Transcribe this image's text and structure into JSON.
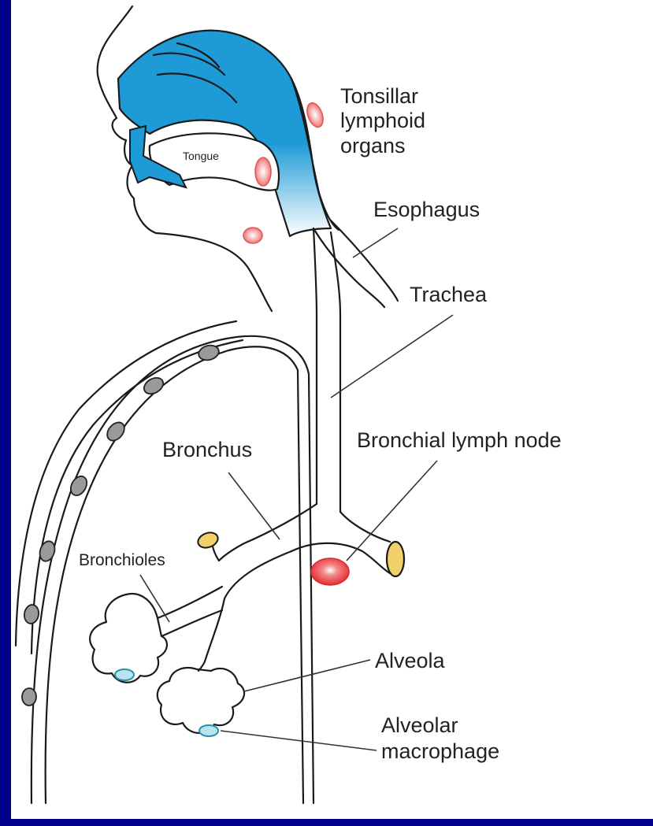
{
  "labels": {
    "tonsillar_1": "Tonsillar",
    "tonsillar_2": "lymphoid",
    "tonsillar_3": "organs",
    "tongue": "Tongue",
    "esophagus": "Esophagus",
    "trachea": "Trachea",
    "bronchial_lymph_node": "Bronchial lymph node",
    "bronchus": "Bronchus",
    "bronchioles": "Bronchioles",
    "alveola": "Alveola",
    "alveolar_macrophage_1": "Alveolar",
    "alveolar_macrophage_2": "macrophage"
  },
  "colors": {
    "frame": "#00008b",
    "background": "#ffffff",
    "airway_blue": "#1e9bd7",
    "lymphoid_pink": "#f08a8a",
    "lymph_node_red": "#e8323c",
    "bronchus_end_yellow": "#f2d06a",
    "lymph_vessel_nodes": "#9a9a9a",
    "macrophage_teal": "#2a8fa8"
  }
}
